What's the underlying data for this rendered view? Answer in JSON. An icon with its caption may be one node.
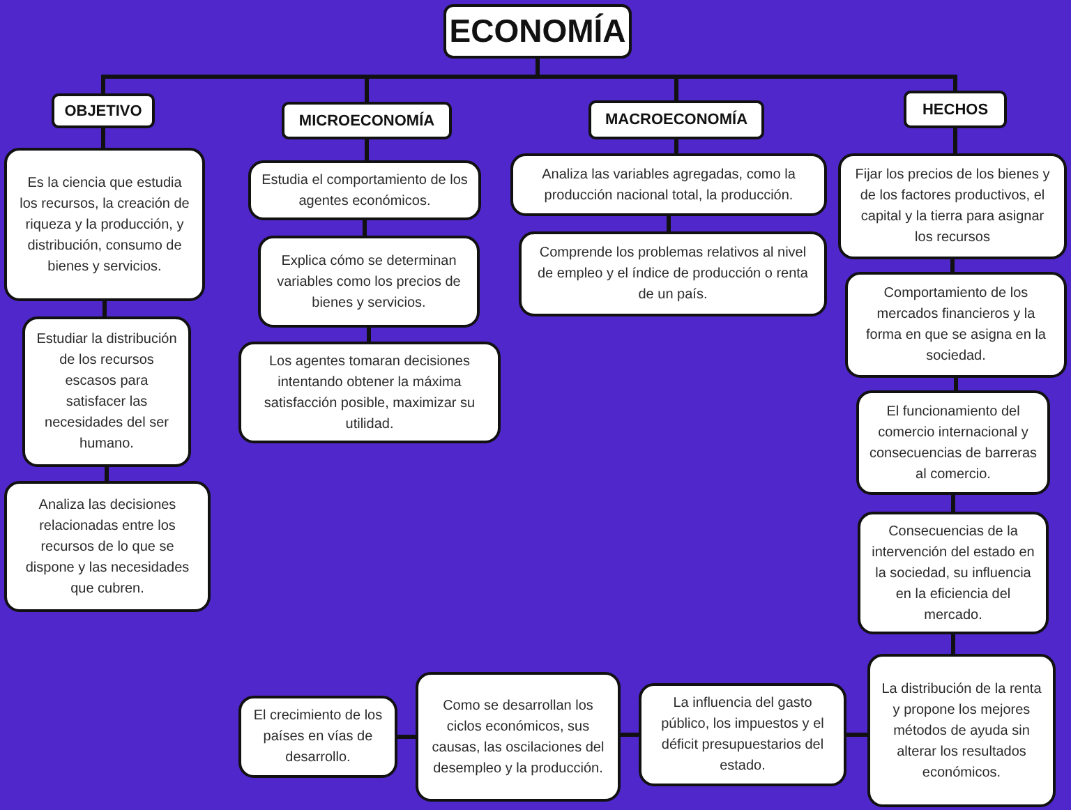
{
  "diagram": {
    "nodes": [
      {
        "text": [
          "ECONOMÍA"
        ]
      },
      {
        "text": [
          "OBJETIVO"
        ]
      },
      {
        "text": [
          "MICROECONOMÍA"
        ]
      },
      {
        "text": [
          "MACROECONOMÍA"
        ]
      },
      {
        "text": [
          "HECHOS"
        ]
      },
      {
        "text": [
          "Es la ciencia que estudia los recursos, la creación de riqueza y la producción, y distribución, consumo de bienes y servicios."
        ]
      },
      {
        "text": [
          "Estudiar la distribución de los recursos escasos para satisfacer las necesidades del ser humano."
        ]
      },
      {
        "text": [
          "Analiza las decisiones relacionadas entre los recursos de lo que se dispone y las necesidades que cubren."
        ]
      },
      {
        "text": [
          "Estudia el comportamiento de los agentes económicos."
        ]
      },
      {
        "text": [
          "Explica cómo se determinan variables como los precios de bienes y servicios."
        ]
      },
      {
        "text": [
          "Los agentes tomaran decisiones intentando obtener la máxima satisfacción posible, maximizar su utilidad."
        ]
      },
      {
        "text": [
          "Analiza las variables agregadas, como la producción nacional total, la producción."
        ]
      },
      {
        "text": [
          "Comprende los problemas relativos al nivel de empleo y el índice de producción o renta de un país."
        ]
      },
      {
        "text": [
          "Fijar los precios de los bienes y de los factores productivos, el capital y la tierra para asignar los recursos"
        ]
      },
      {
        "text": [
          "Comportamiento de los mercados financieros y la forma en que se asigna en la sociedad."
        ]
      },
      {
        "text": [
          "El funcionamiento del comercio internacional y consecuencias de barreras al comercio."
        ]
      },
      {
        "text": [
          "Consecuencias de la intervención del estado en la sociedad, su influencia en la eficiencia del mercado."
        ]
      },
      {
        "text": [
          "La distribución de la renta y propone los mejores métodos de ayuda sin alterar los resultados económicos."
        ]
      },
      {
        "text": [
          "La influencia del gasto público, los impuestos y el déficit presupuestarios del estado."
        ]
      },
      {
        "text": [
          "Como se desarrollan los ciclos económicos, sus causas, las oscilaciones del desempleo y la producción."
        ]
      },
      {
        "text": [
          "El crecimiento de los países en vías de desarrollo."
        ]
      }
    ],
    "edges": [
      {
        "from": 0,
        "to": 1,
        "arrow": "none"
      },
      {
        "from": 0,
        "to": 2,
        "arrow": "none"
      },
      {
        "from": 0,
        "to": 3,
        "arrow": "none"
      },
      {
        "from": 0,
        "to": 4,
        "arrow": "none"
      },
      {
        "from": 1,
        "to": 5,
        "arrow": "none"
      },
      {
        "from": 5,
        "to": 6,
        "arrow": "none"
      },
      {
        "from": 6,
        "to": 7,
        "arrow": "none"
      },
      {
        "from": 2,
        "to": 8,
        "arrow": "none"
      },
      {
        "from": 8,
        "to": 9,
        "arrow": "none"
      },
      {
        "from": 9,
        "to": 10,
        "arrow": "none"
      },
      {
        "from": 3,
        "to": 11,
        "arrow": "none"
      },
      {
        "from": 11,
        "to": 12,
        "arrow": "none"
      },
      {
        "from": 4,
        "to": 13,
        "arrow": "none"
      },
      {
        "from": 13,
        "to": 14,
        "arrow": "none"
      },
      {
        "from": 14,
        "to": 15,
        "arrow": "none"
      },
      {
        "from": 15,
        "to": 16,
        "arrow": "none"
      },
      {
        "from": 16,
        "to": 17,
        "arrow": "none"
      },
      {
        "from": 17,
        "to": 18,
        "arrow": "none"
      },
      {
        "from": 18,
        "to": 19,
        "arrow": "none"
      },
      {
        "from": 19,
        "to": 20,
        "arrow": "none"
      }
    ]
  }
}
